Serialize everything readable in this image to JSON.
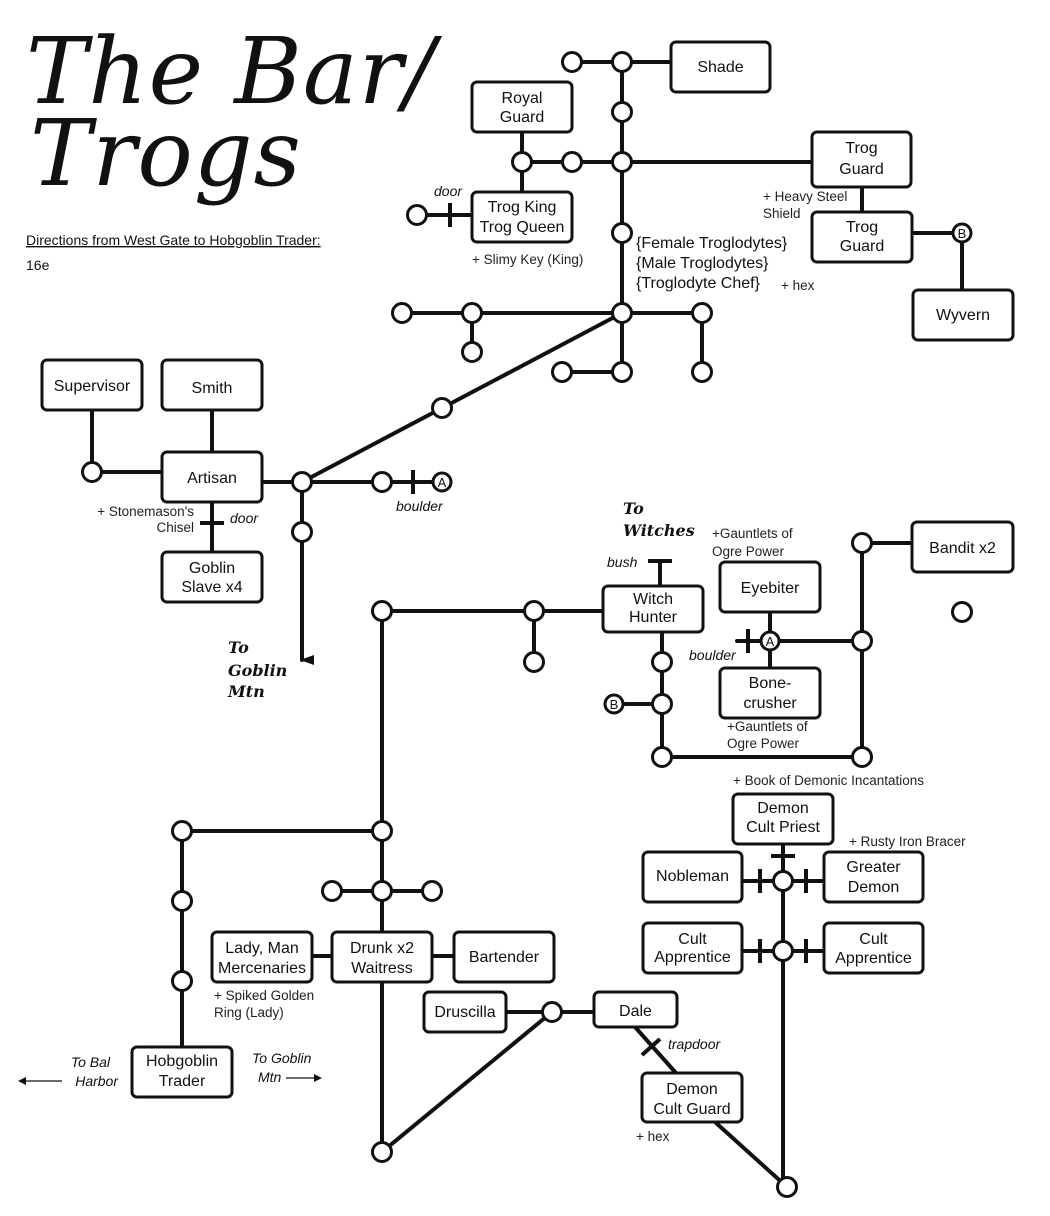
{
  "title": {
    "line1": "The Bar/",
    "line2": "Trogs"
  },
  "directions": {
    "heading": "Directions from West Gate to Hobgoblin Trader:",
    "value": "16e"
  },
  "rooms": {
    "shade": [
      "Shade"
    ],
    "royal_guard": [
      "Royal",
      "Guard"
    ],
    "trog_guard_1": [
      "Trog",
      "Guard"
    ],
    "trog_guard_2": [
      "Trog",
      "Guard"
    ],
    "trog_king": [
      "Trog King",
      "Trog Queen"
    ],
    "wyvern": [
      "Wyvern"
    ],
    "supervisor": [
      "Supervisor"
    ],
    "smith": [
      "Smith"
    ],
    "artisan": [
      "Artisan"
    ],
    "goblin_slave": [
      "Goblin",
      "Slave x4"
    ],
    "witch_hunter": [
      "Witch",
      "Hunter"
    ],
    "eyebiter": [
      "Eyebiter"
    ],
    "bonecrusher": [
      "Bone-",
      "crusher"
    ],
    "bandit": [
      "Bandit x2"
    ],
    "demon_cult_priest": [
      "Demon",
      "Cult Priest"
    ],
    "nobleman": [
      "Nobleman"
    ],
    "greater_demon": [
      "Greater",
      "Demon"
    ],
    "cult_apprentice_1": [
      "Cult",
      "Apprentice"
    ],
    "cult_apprentice_2": [
      "Cult",
      "Apprentice"
    ],
    "lady_man": [
      "Lady, Man",
      "Mercenaries"
    ],
    "drunk": [
      "Drunk x2",
      "Waitress"
    ],
    "bartender": [
      "Bartender"
    ],
    "druscilla": [
      "Druscilla"
    ],
    "dale": [
      "Dale"
    ],
    "demon_cult_guard": [
      "Demon",
      "Cult Guard"
    ],
    "hobgoblin_trader": [
      "Hobgoblin",
      "Trader"
    ]
  },
  "monster_group": [
    "{Female Troglodytes}",
    "{Male Troglodytes}",
    "{Troglodyte Chef}"
  ],
  "notes": {
    "hex_1": "+ hex",
    "heavy_shield_1": "+ Heavy Steel",
    "heavy_shield_2": "Shield",
    "slimy_key": "+ Slimy Key (King)",
    "chisel_1": "+ Stonemason's",
    "chisel_2": "Chisel",
    "gauntlets_1a": "+Gauntlets of",
    "gauntlets_1b": "Ogre Power",
    "gauntlets_2a": "+Gauntlets of",
    "gauntlets_2b": "Ogre Power",
    "book": "+ Book of Demonic Incantations",
    "bracer": "+ Rusty Iron Bracer",
    "ring_1": "+ Spiked Golden",
    "ring_2": "Ring (Lady)",
    "hex_2": "+ hex"
  },
  "obstacles": {
    "door_1": "door",
    "door_2": "door",
    "boulder_1": "boulder",
    "boulder_2": "boulder",
    "bush": "bush",
    "trapdoor": "trapdoor"
  },
  "destinations": {
    "witches": [
      "To",
      "Witches"
    ],
    "goblin_mtn": [
      "To",
      "Goblin",
      "Mtn"
    ],
    "bal_harbor": [
      "To Bal",
      "Harbor"
    ],
    "goblin_mtn_2": [
      "To Goblin",
      "Mtn"
    ]
  },
  "markers": {
    "a": "A",
    "b": "B"
  }
}
